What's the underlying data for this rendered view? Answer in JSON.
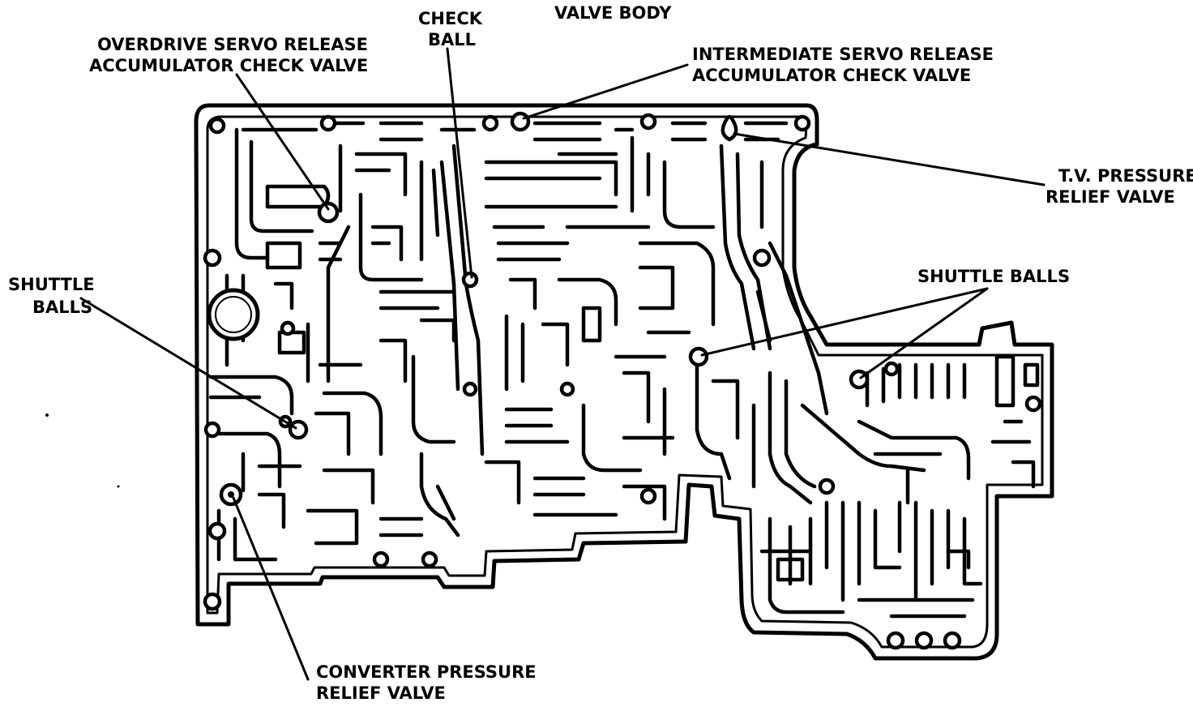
{
  "diagram": {
    "title": "VALVE BODY",
    "labels": {
      "overdrive_line1": "OVERDRIVE SERVO RELEASE",
      "overdrive_line2": "ACCUMULATOR CHECK VALVE",
      "checkball_line1": "CHECK",
      "checkball_line2": "BALL",
      "intermediate_line1": "INTERMEDIATE SERVO RELEASE",
      "intermediate_line2": "ACCUMULATOR CHECK VALVE",
      "tv_line1": "T.V. PRESSURE",
      "tv_line2": "RELIEF VALVE",
      "shuttle_left_line1": "SHUTTLE",
      "shuttle_left_line2": "BALLS",
      "shuttle_right": "SHUTTLE BALLS",
      "converter_line1": "CONVERTER PRESSURE",
      "converter_line2": "RELIEF VALVE"
    },
    "colors": {
      "ink": "#000000",
      "paper": "#ffffff"
    }
  }
}
